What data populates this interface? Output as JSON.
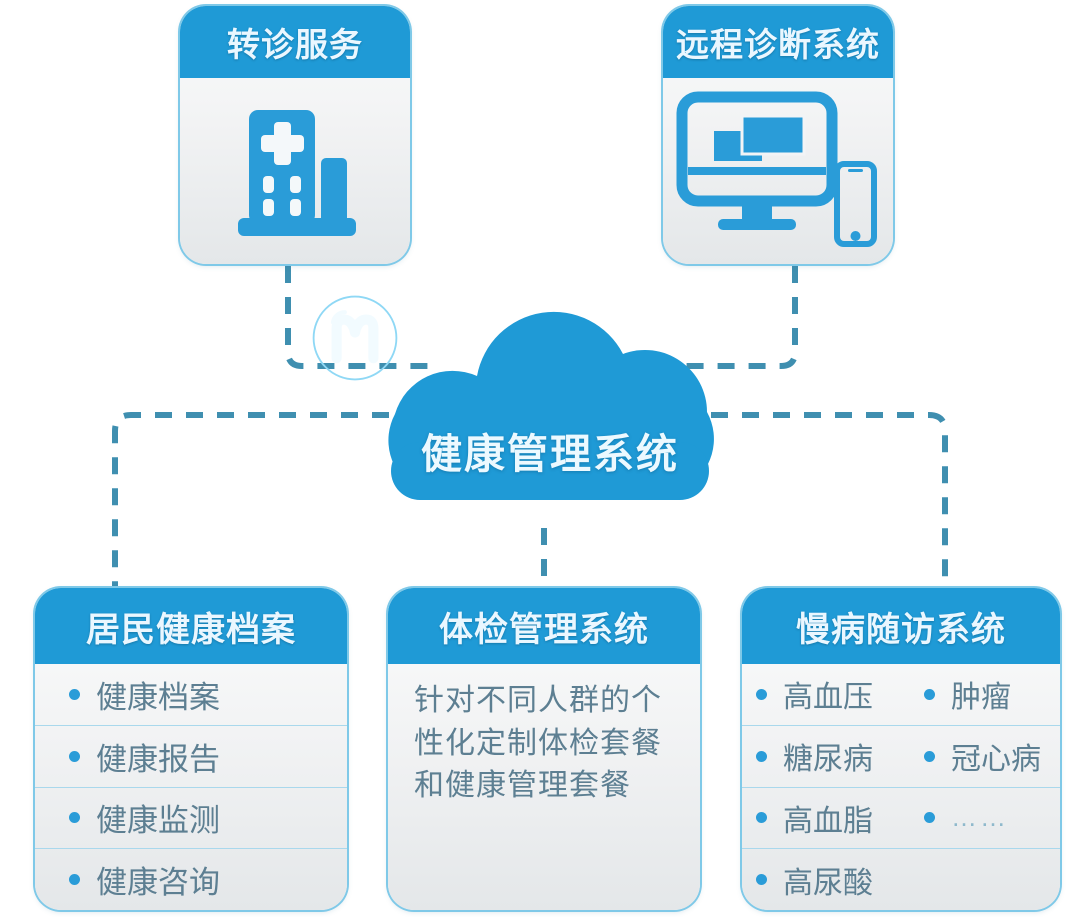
{
  "theme": {
    "accent": "#1f9ad6",
    "accent_dark": "#2a9cd8",
    "card_border": "#7fc9e8",
    "text_blue_gray": "#5d7f92",
    "header_text": "#eaf7ff",
    "connector": "#3f8fb0",
    "background": "#ffffff"
  },
  "diagram": {
    "title": "健康管理系统",
    "center": {
      "label": "健康管理系统",
      "logo": "m-wifi-logo"
    },
    "top_cards": [
      {
        "title": "转诊服务",
        "icon": "hospital-icon"
      },
      {
        "title": "远程诊断系统",
        "icon": "monitor-phone-icon"
      }
    ],
    "bottom_cards": [
      {
        "title": "居民健康档案",
        "kind": "list",
        "items": [
          "健康档案",
          "健康报告",
          "健康监测",
          "健康咨询"
        ]
      },
      {
        "title": "体检管理系统",
        "kind": "paragraph",
        "text": "针对不同人群的个性化定制体检套餐和健康管理套餐"
      },
      {
        "title": "慢病随访系统",
        "kind": "two-column-list",
        "rows": [
          [
            "高血压",
            "肿瘤"
          ],
          [
            "糖尿病",
            "冠心病"
          ],
          [
            "高血脂",
            "……"
          ],
          [
            "高尿酸",
            ""
          ]
        ]
      }
    ]
  }
}
